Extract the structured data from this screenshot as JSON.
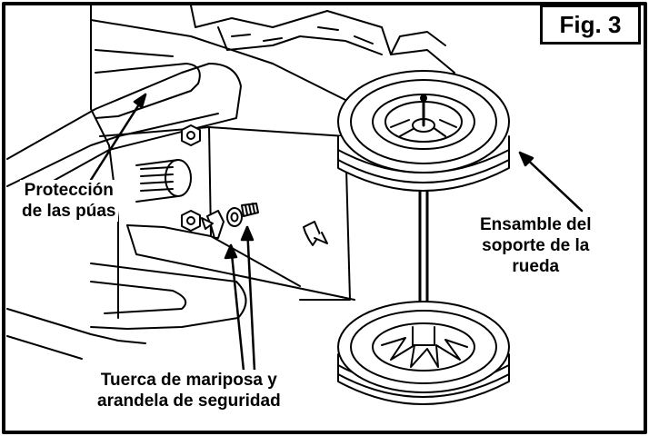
{
  "figure_label": "Fig. 3",
  "labels": {
    "tine_guard": [
      "Protección",
      "de las púas"
    ],
    "wheel_assembly": [
      "Ensamble del",
      "soporte de la",
      "rueda"
    ],
    "wing_nut": [
      "Tuerca de mariposa y",
      "arandela de seguridad"
    ]
  },
  "colors": {
    "line": "#000000",
    "background": "#ffffff"
  }
}
